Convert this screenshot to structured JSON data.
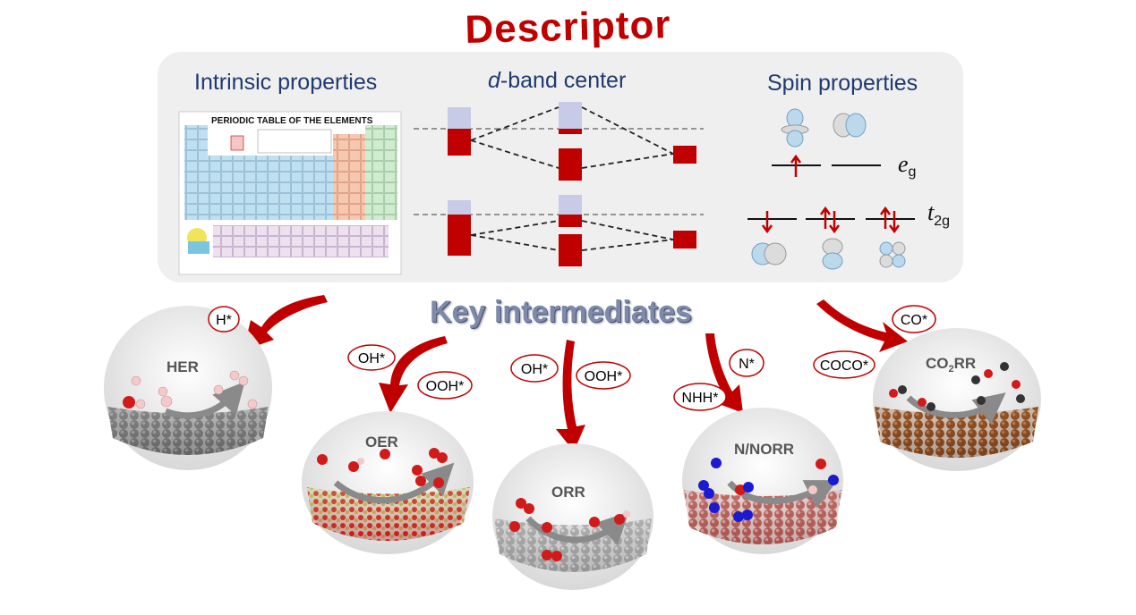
{
  "title": "Descriptor",
  "descriptor": {
    "intrinsic": "Intrinsic properties",
    "dband_prefix": "d",
    "dband_suffix": "-band center",
    "spin": "Spin properties",
    "periodic_table_title": "PERIODIC TABLE OF THE ELEMENTS",
    "eg_main": "e",
    "eg_sub": "g",
    "t2g_main": "t",
    "t2g_sub": "2g"
  },
  "key_intermediates": "Key intermediates",
  "reactions": [
    {
      "name": "HER",
      "intermediates": [
        "H*"
      ]
    },
    {
      "name": "OER",
      "intermediates": [
        "OH*",
        "OOH*"
      ]
    },
    {
      "name": "ORR",
      "intermediates": [
        "OH*",
        "OOH*"
      ]
    },
    {
      "name": "N/NORR",
      "intermediates": [
        "N*",
        "NHH*"
      ]
    },
    {
      "name_main": "CO",
      "name_sub": "2",
      "name_tail": "RR",
      "intermediates": [
        "CO*",
        "COCO*"
      ]
    }
  ],
  "colors": {
    "accent_red": "#c00000",
    "navy": "#1f3a6e",
    "panel_gray": "#efefef",
    "band_lavender": "#c8cbe8",
    "band_red": "#c00000"
  }
}
